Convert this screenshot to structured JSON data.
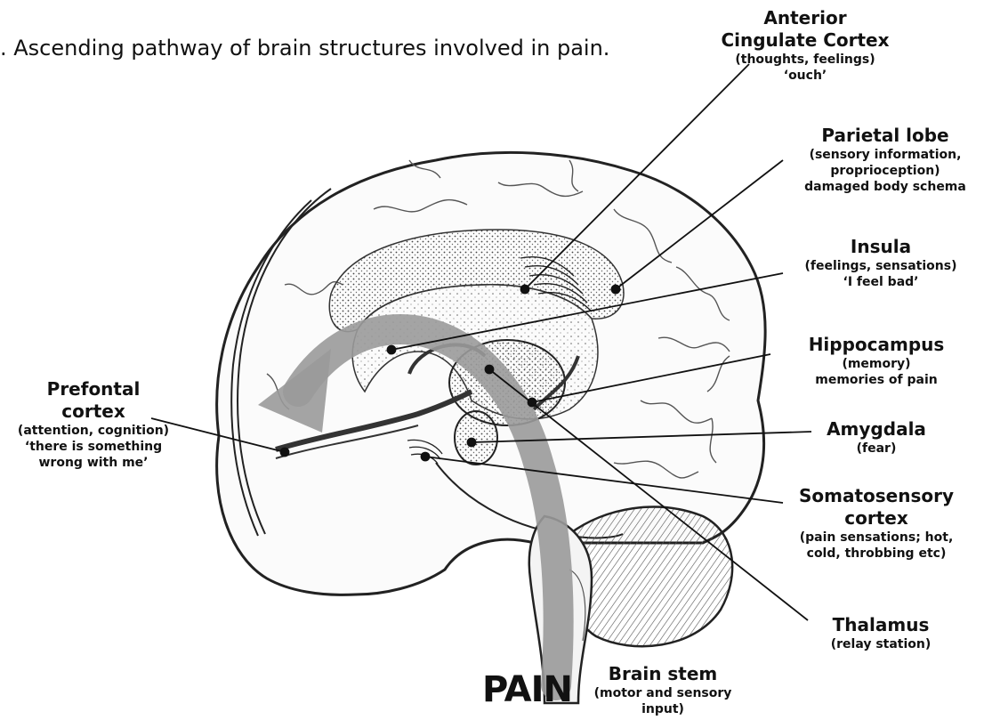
{
  "figure": {
    "caption": ". Ascending pathway of brain structures involved in pain.",
    "pain_label": "PAIN"
  },
  "labels": [
    {
      "key": "acc",
      "name_lines": [
        "Anterior",
        "Cingulate Cortex"
      ],
      "desc_lines": [
        "(thoughts, feelings)",
        "‘ouch’"
      ]
    },
    {
      "key": "parietal",
      "name_lines": [
        "Parietal lobe"
      ],
      "desc_lines": [
        "(sensory information,",
        "proprioception)",
        "damaged body schema"
      ]
    },
    {
      "key": "insula",
      "name_lines": [
        "Insula"
      ],
      "desc_lines": [
        "(feelings, sensations)",
        "‘I feel bad’"
      ]
    },
    {
      "key": "hippocampus",
      "name_lines": [
        "Hippocampus"
      ],
      "desc_lines": [
        "(memory)",
        "memories of pain"
      ]
    },
    {
      "key": "amygdala",
      "name_lines": [
        "Amygdala"
      ],
      "desc_lines": [
        "(fear)"
      ]
    },
    {
      "key": "somatosensory",
      "name_lines": [
        "Somatosensory",
        "cortex"
      ],
      "desc_lines": [
        "(pain sensations; hot,",
        "cold, throbbing etc)"
      ]
    },
    {
      "key": "thalamus",
      "name_lines": [
        "Thalamus"
      ],
      "desc_lines": [
        "(relay station)"
      ]
    },
    {
      "key": "brainstem",
      "name_lines": [
        "Brain stem"
      ],
      "desc_lines": [
        "(motor and sensory",
        "input)"
      ]
    },
    {
      "key": "prefrontal",
      "name_lines": [
        "Prefontal",
        "cortex"
      ],
      "desc_lines": [
        "(attention, cognition)",
        "‘there is something",
        "wrong with me’"
      ]
    }
  ],
  "colors": {
    "line": "#111111",
    "arrow": "#9a9a9a",
    "shading": "#777777",
    "outline": "#222222"
  }
}
